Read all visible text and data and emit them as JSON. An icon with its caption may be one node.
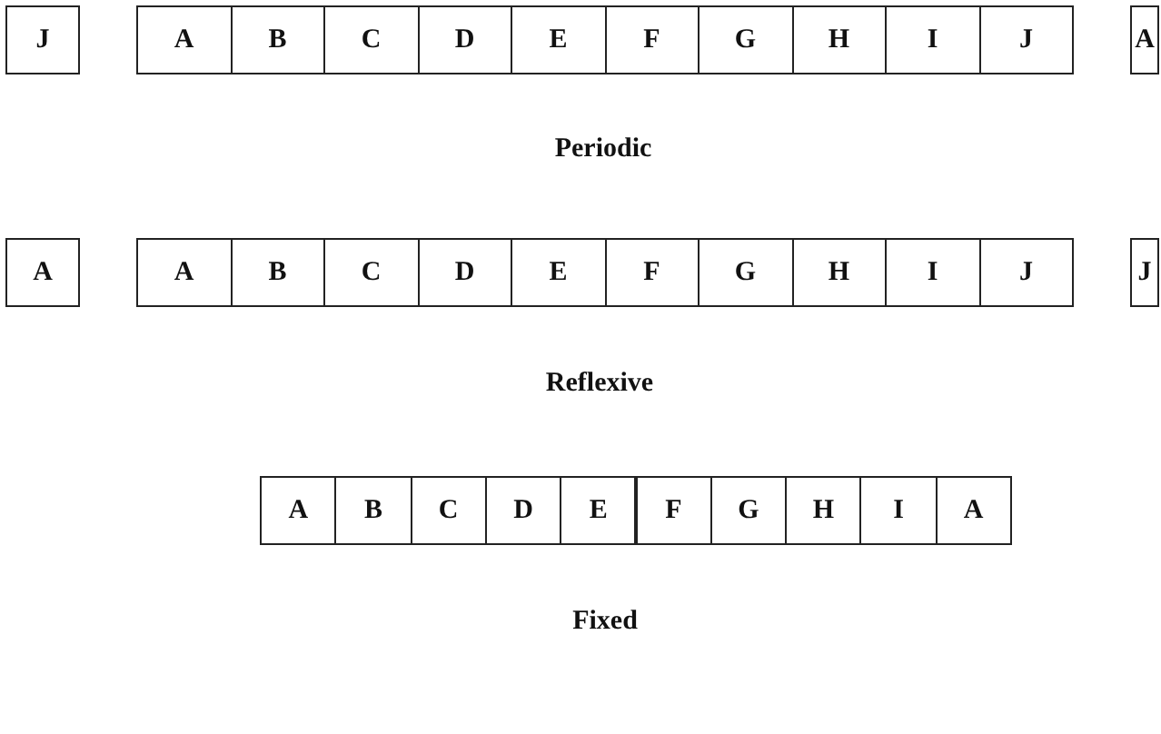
{
  "diagram": {
    "nodes": [
      {
        "text": [
          "J"
        ]
      },
      {
        "text": [
          "A"
        ]
      },
      {
        "text": [
          "B"
        ]
      },
      {
        "text": [
          "C"
        ]
      },
      {
        "text": [
          "D"
        ]
      },
      {
        "text": [
          "E"
        ]
      },
      {
        "text": [
          "F"
        ]
      },
      {
        "text": [
          "G"
        ]
      },
      {
        "text": [
          "H"
        ]
      },
      {
        "text": [
          "I"
        ]
      },
      {
        "text": [
          "J"
        ]
      },
      {
        "text": [
          "A"
        ]
      },
      {
        "text": [
          "A"
        ]
      },
      {
        "text": [
          "A"
        ]
      },
      {
        "text": [
          "B"
        ]
      },
      {
        "text": [
          "C"
        ]
      },
      {
        "text": [
          "D"
        ]
      },
      {
        "text": [
          "E"
        ]
      },
      {
        "text": [
          "F"
        ]
      },
      {
        "text": [
          "G"
        ]
      },
      {
        "text": [
          "H"
        ]
      },
      {
        "text": [
          "I"
        ]
      },
      {
        "text": [
          "J"
        ]
      },
      {
        "text": [
          "J"
        ]
      },
      {
        "text": [
          "A"
        ]
      },
      {
        "text": [
          "B"
        ]
      },
      {
        "text": [
          "C"
        ]
      },
      {
        "text": [
          "D"
        ]
      },
      {
        "text": [
          "E"
        ]
      },
      {
        "text": [
          "F"
        ]
      },
      {
        "text": [
          "G"
        ]
      },
      {
        "text": [
          "H"
        ]
      },
      {
        "text": [
          "I"
        ]
      },
      {
        "text": [
          "A"
        ]
      }
    ],
    "labels": [
      "Periodic",
      "Reflexive",
      "Fixed"
    ]
  }
}
